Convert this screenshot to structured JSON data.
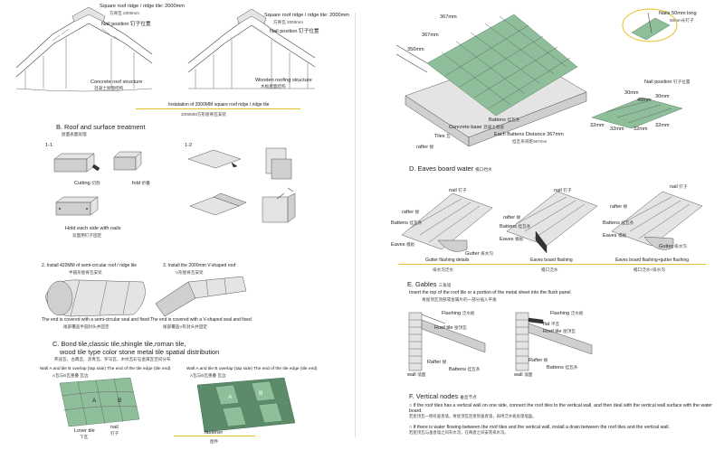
{
  "ridge": {
    "left": {
      "label_en": "Square roof ridge / ridge tile: 2000mm",
      "label_zh": "方脊瓦 2000mm",
      "nail_en": "Nail position",
      "nail_zh": "钉子位置",
      "structure_en": "Concrete roof structure",
      "structure_zh": "混凝土屋面结构"
    },
    "right": {
      "label_en": "Square roof ridge / ridge tile: 2000mm",
      "label_zh": "方脊瓦 2000mm",
      "nail_en": "Nail position",
      "nail_zh": "钉子位置",
      "structure_en": "Wooden roofing structure",
      "structure_zh": "木板屋面结构"
    },
    "caption_en": "Instalation of 2000MM square roof ridge / ridge tile",
    "caption_zh": "2000MM方形屋脊瓦安装"
  },
  "sectionB": {
    "title": "B. Roof and surface treatment",
    "title_zh": "屋面表面处理",
    "step1": "1-1",
    "step2": "1-2",
    "cutting_en": "Cutting",
    "cutting_zh": "切割",
    "fold_en": "fold",
    "fold_zh": "折叠",
    "hold_en": "Hold each side with nails",
    "hold_zh": "双面用钉子固定",
    "install2_en": "2. Install 420MM of semi-circular roof / ridge tile",
    "install2_zh": "半圆形屋脊瓦安装",
    "install3_en": "3. Install the 2000mm V-shaped roof",
    "install3_zh": "V形屋脊瓦安装",
    "end2_en": "The end is covered with a semi-circular seal and fixed",
    "end2_zh": "尾部覆盖半圆封头并固定",
    "end3_en": "The end is covered with a V-shaped seal and fixed",
    "end3_zh": "尾部覆盖V形封头并固定"
  },
  "sectionC": {
    "title_line1": "C. Bond tile,classic tile,shingle tile,roman tile,",
    "title_line2": "wood tile type color stone metal tile spatial distribution",
    "title_zh": "邦迪瓦、古典瓦、沥青瓦、罗马瓦、木纹瓦彩石金属瓦空间分布",
    "wallA_en": "Wall A and tile B overlap (tap side)  The end of the tile edge (tile end)",
    "wallA_zh": "A瓦与B瓦重叠  瓦边",
    "lower_en": "Lover tile",
    "lower_zh": "下瓦",
    "nail_en": "nail",
    "nail_zh": "钉子",
    "fastener_en": "fastener",
    "fastener_zh": "图件",
    "labelA": "A",
    "labelB": "B"
  },
  "install3d": {
    "dim_367a": "367mm",
    "dim_367b": "367mm",
    "dim_350": "350mm",
    "nails_en": "Nails 50mm long",
    "nails_zh": "50mm长钉子",
    "nailpos_en": "Nail position",
    "nailpos_zh": "钉子位置",
    "batten_en": "Battens",
    "batten_zh": "挂瓦条",
    "concrete_en": "Concrete base",
    "concrete_zh": "混凝土基层",
    "tiles_en": "Tiles",
    "tiles_zh": "瓦",
    "distance_en": "Each Battens Distance 367mm",
    "distance_zh": "挂瓦条间距367mm",
    "rafter_en": "rafter",
    "rafter_zh": "椽",
    "d30a": "30mm",
    "d30b": "30mm",
    "d45": "45mm",
    "d32a": "32mm",
    "d32b": "32mm",
    "d32c": "32mm",
    "d32d": "32mm"
  },
  "sectionD": {
    "title": "D. Eaves board water",
    "title_zh": "檐口挡水",
    "nail": "nail",
    "nail_zh": "钉子",
    "rafter": "rafter",
    "rafter_zh": "椽",
    "battens": "Battens",
    "battens_zh": "挂瓦条",
    "eaves": "Eaves",
    "eaves_zh": "檐板",
    "gutter": "Gutter",
    "gutter_zh": "排水沟",
    "cap1_en": "Gutter flashing details",
    "cap1_zh": "排水沟泛水",
    "cap2_en": "Eaves board flashing",
    "cap2_zh": "檐口泛水",
    "cap3_en": "Eaves board flashing+gutter flashing",
    "cap3_zh": "檐口泛水+排水沟"
  },
  "sectionE": {
    "title": "E. Gables",
    "title_zh": "三角墙",
    "desc_en": "Insert the top of the roof tile or a portion of the metal sheet into the flush panel",
    "desc_zh": "将屋顶瓦顶部或金属片的一部分插入平板",
    "flashing": "Flashing",
    "flashing_zh": "泛水板",
    "flat": "flat",
    "flat_zh": "平瓦",
    "rooftile": "Roof tile",
    "rooftile_zh": "屋顶瓦",
    "rafter": "Rafter",
    "rafter_zh": "椽",
    "battens": "Battens",
    "battens_zh": "挂瓦条",
    "wall": "wall",
    "wall_zh": "墙面"
  },
  "sectionF": {
    "title": "F. Vertical nodes",
    "title_zh": "垂直节点",
    "item1_en": "If the roof tiles has a vertical wall on one side, connect the roof tiles to the vertical wall, and then deal with the vertical wall surface with the water board.",
    "item1_zh": "若屋顶瓦一侧有垂直墙，将屋顶瓦连接到垂直墙，再用泛水板处理墙面。",
    "item2_en": "If there is water flowing between the roof tiles and the vertical wall, install a drain between the roof tiles and the vertical wall.",
    "item2_zh": "若屋顶瓦与垂直墙之间有水流，在两者之间安装排水沟。"
  }
}
